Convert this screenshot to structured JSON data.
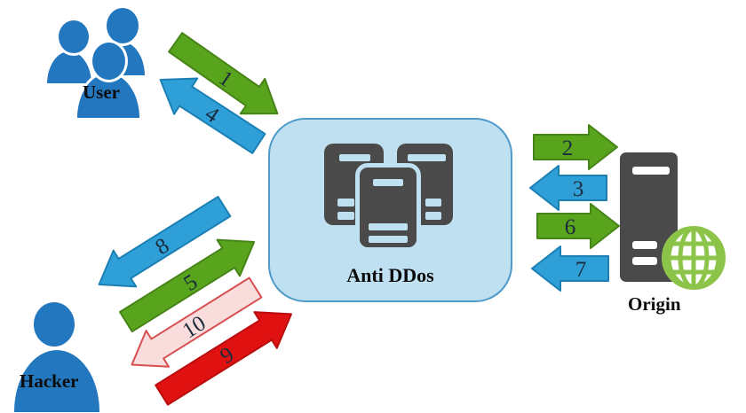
{
  "nodes": {
    "user": {
      "label": "User"
    },
    "hacker": {
      "label": "Hacker"
    },
    "anti_ddos": {
      "label": "Anti DDos"
    },
    "origin": {
      "label": "Origin"
    }
  },
  "arrows": [
    {
      "id": 1,
      "label": "1",
      "color": "green",
      "from": "User",
      "to": "Anti DDos"
    },
    {
      "id": 2,
      "label": "2",
      "color": "green",
      "from": "Anti DDos",
      "to": "Origin"
    },
    {
      "id": 3,
      "label": "3",
      "color": "blue",
      "from": "Origin",
      "to": "Anti DDos"
    },
    {
      "id": 4,
      "label": "4",
      "color": "blue",
      "from": "Anti DDos",
      "to": "User"
    },
    {
      "id": 5,
      "label": "5",
      "color": "green",
      "from": "Hacker",
      "to": "Anti DDos"
    },
    {
      "id": 6,
      "label": "6",
      "color": "green",
      "from": "Anti DDos",
      "to": "Origin"
    },
    {
      "id": 7,
      "label": "7",
      "color": "blue",
      "from": "Origin",
      "to": "Anti DDos"
    },
    {
      "id": 8,
      "label": "8",
      "color": "blue",
      "from": "Anti DDos",
      "to": "Hacker"
    },
    {
      "id": 9,
      "label": "9",
      "color": "red",
      "from": "Hacker",
      "to": "Anti DDos"
    },
    {
      "id": 10,
      "label": "10",
      "color": "pink",
      "from": "Anti DDos",
      "to": "Hacker"
    }
  ],
  "colors": {
    "arrow_green": "#58a41d",
    "arrow_green_border": "#478418",
    "arrow_blue": "#2f9fd8",
    "arrow_blue_border": "#1b7fb4",
    "arrow_red": "#e01111",
    "arrow_red_border": "#ba0e0e",
    "arrow_pink": "#f9dcdc",
    "arrow_pink_border": "#d84f4f",
    "number_color": "#1c2b3c",
    "person_blue": "#2377be",
    "box_fill": "#bfe0f0",
    "box_border": "#4e9ac8",
    "server_gray": "#4a4a4a",
    "globe_green": "#8cc449"
  }
}
